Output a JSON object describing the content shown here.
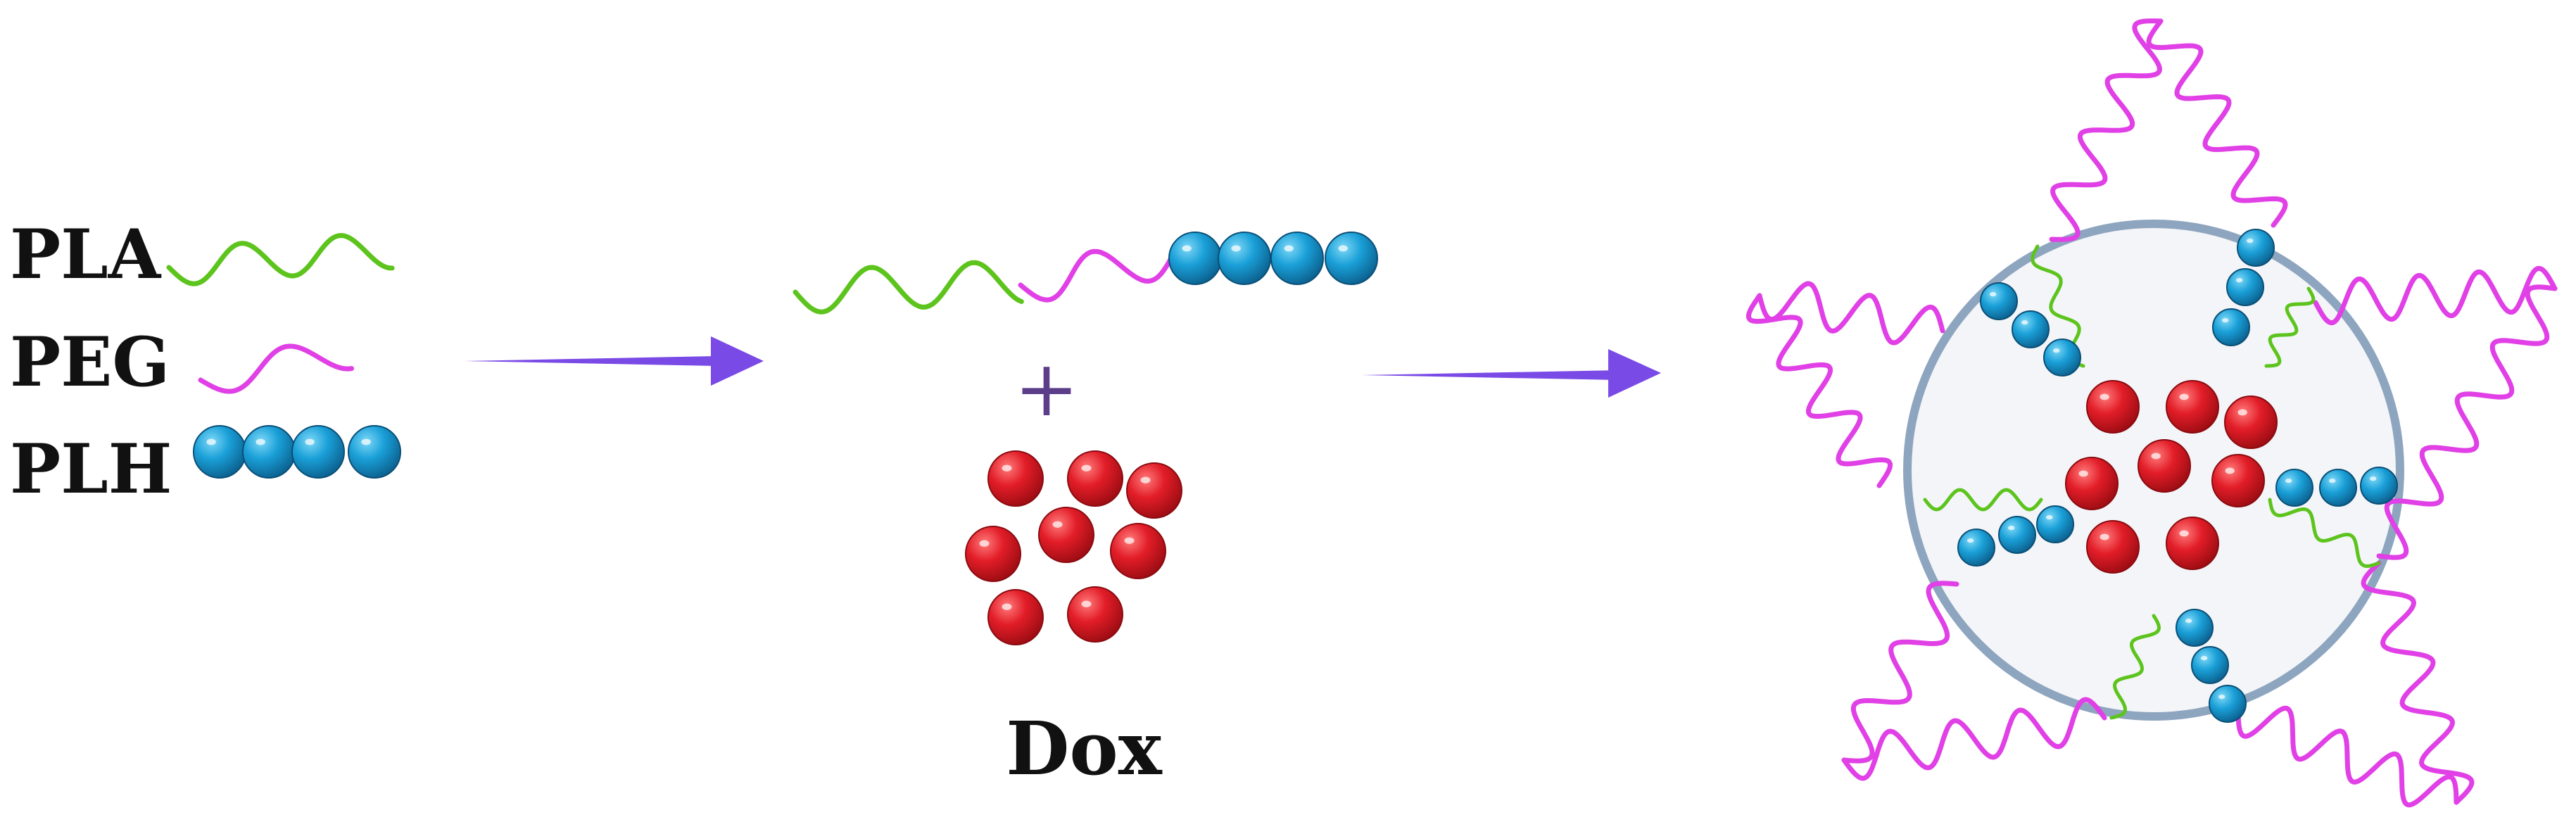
{
  "legend": {
    "items": [
      {
        "label": "PLA",
        "icon": "green-wavy-chain-icon"
      },
      {
        "label": "PEG",
        "icon": "magenta-wavy-chain-icon"
      },
      {
        "label": "PLH",
        "icon": "blue-bead-chain-icon"
      }
    ]
  },
  "mixture": {
    "plus": "+",
    "drug_label": "Dox"
  },
  "colors": {
    "pla": "#5cc41c",
    "peg": "#e040e6",
    "plh": "#1a9fd6",
    "dox": "#e0202a",
    "arrow": "#7a4ae6",
    "micelle_border": "#8ea5bf",
    "micelle_fill": "#f3f5f8"
  }
}
